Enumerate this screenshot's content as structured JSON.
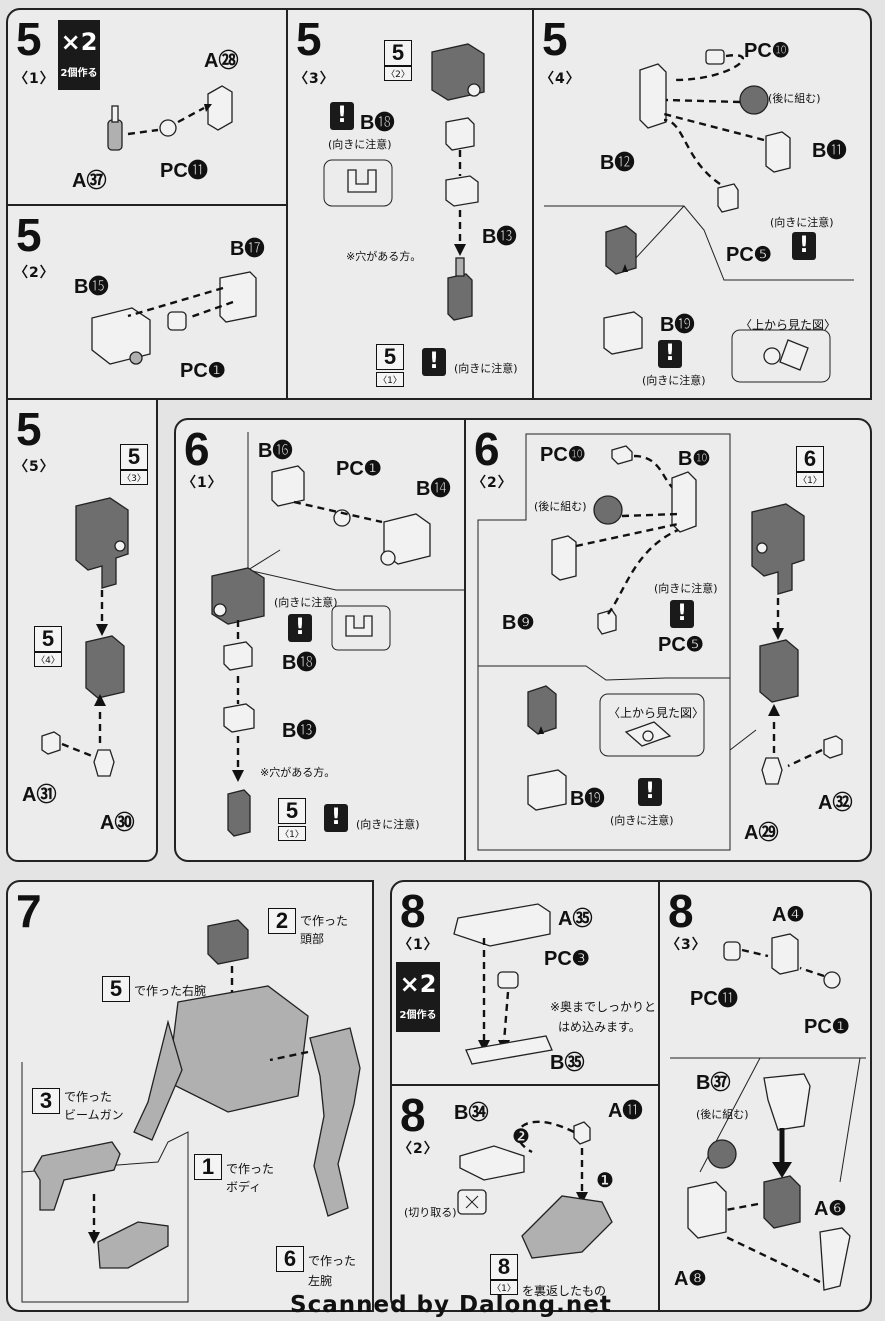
{
  "steps": {
    "s5_1": {
      "num": "5",
      "sub": "〈1〉",
      "badge": "×2",
      "badge_sub": "2個作る",
      "labels": [
        "A㉘",
        "A㊲",
        "PC⓫"
      ]
    },
    "s5_2": {
      "num": "5",
      "sub": "〈2〉",
      "labels": [
        "B⓱",
        "B⓯",
        "PC❶"
      ]
    },
    "s5_3": {
      "num": "5",
      "sub": "〈3〉",
      "ref_num": "5",
      "ref_sub": "〈2〉",
      "labels": [
        "B⓲",
        "B⓭"
      ],
      "caution": "(向きに注意)",
      "hole_note": "※穴がある方。",
      "bottom_ref_num": "5",
      "bottom_ref_sub": "〈1〉",
      "bottom_caution": "(向きに注意)"
    },
    "s5_4": {
      "num": "5",
      "sub": "〈4〉",
      "labels": [
        "PC❿",
        "B⓬",
        "B⓫",
        "PC❺",
        "B⓳"
      ],
      "later": "(後に組む)",
      "caution": "(向きに注意)",
      "caution2": "(向きに注意)",
      "view_from_top": "〈上から見た図〉"
    },
    "s5_5": {
      "num": "5",
      "sub": "〈5〉",
      "ref1_num": "5",
      "ref1_sub": "〈3〉",
      "ref2_num": "5",
      "ref2_sub": "〈4〉",
      "labels": [
        "A㉛",
        "A㉚"
      ]
    },
    "s6_1": {
      "num": "6",
      "sub": "〈1〉",
      "labels": [
        "B⓰",
        "PC❶",
        "B⓮",
        "B⓲",
        "B⓭"
      ],
      "caution": "(向きに注意)",
      "hole_note": "※穴がある方。",
      "bottom_ref_num": "5",
      "bottom_ref_sub": "〈1〉",
      "bottom_caution": "(向きに注意)"
    },
    "s6_2": {
      "num": "6",
      "sub": "〈2〉",
      "labels": [
        "PC❿",
        "B❿",
        "B❾",
        "PC❺",
        "B⓳"
      ],
      "later": "(後に組む)",
      "caution": "(向きに注意)",
      "caution2": "(向きに注意)",
      "view_from_top": "〈上から見た図〉",
      "ref_num": "6",
      "ref_sub": "〈1〉",
      "labels2": [
        "A㉜",
        "A㉙"
      ]
    },
    "s7": {
      "num": "7",
      "head_ref": "2",
      "head_text1": "で作った",
      "head_text2": "頭部",
      "arm_ref": "5",
      "arm_text": "で作った右腕",
      "gun_ref": "3",
      "gun_text1": "で作った",
      "gun_text2": "ビームガン",
      "body_ref": "1",
      "body_text1": "で作った",
      "body_text2": "ボディ",
      "larm_ref": "6",
      "larm_text1": "で作った",
      "larm_text2": "左腕"
    },
    "s8_1": {
      "num": "8",
      "sub": "〈1〉",
      "badge": "×2",
      "badge_sub": "2個作る",
      "labels": [
        "A㉟",
        "PC❸",
        "B㉟"
      ],
      "note1": "※奥までしっかりと",
      "note2": "はめ込みます。"
    },
    "s8_2": {
      "num": "8",
      "sub": "〈2〉",
      "labels": [
        "B㉞",
        "A⓫"
      ],
      "cut": "(切り取る)",
      "ref_num": "8",
      "ref_sub": "〈1〉",
      "ref_text": "を裏返したもの",
      "order1": "❶",
      "order2": "❷"
    },
    "s8_3": {
      "num": "8",
      "sub": "〈3〉",
      "labels": [
        "A❹",
        "PC⓫",
        "PC❶",
        "B㊲",
        "A❻",
        "A❽"
      ],
      "later": "(後に組む)"
    }
  },
  "footer": "Scanned by Dalong.net"
}
